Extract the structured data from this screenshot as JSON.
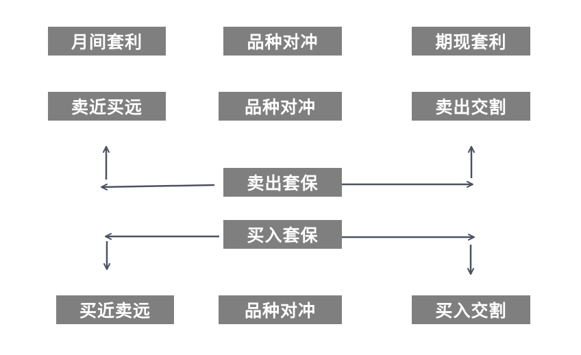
{
  "row1": {
    "left": "月间套利",
    "center": "品种对冲",
    "right": "期现套利"
  },
  "row2": {
    "left": "卖近买远",
    "center": "品种对冲",
    "right": "卖出交割"
  },
  "hedges": {
    "sell": "卖出套保",
    "buy": "买入套保"
  },
  "row3": {
    "left": "买近卖远",
    "center": "品种对冲",
    "right": "买入交割"
  },
  "colors": {
    "box_fill": "#7f7f7f",
    "box_text": "#ffffff",
    "arrow": "#4a5160"
  }
}
